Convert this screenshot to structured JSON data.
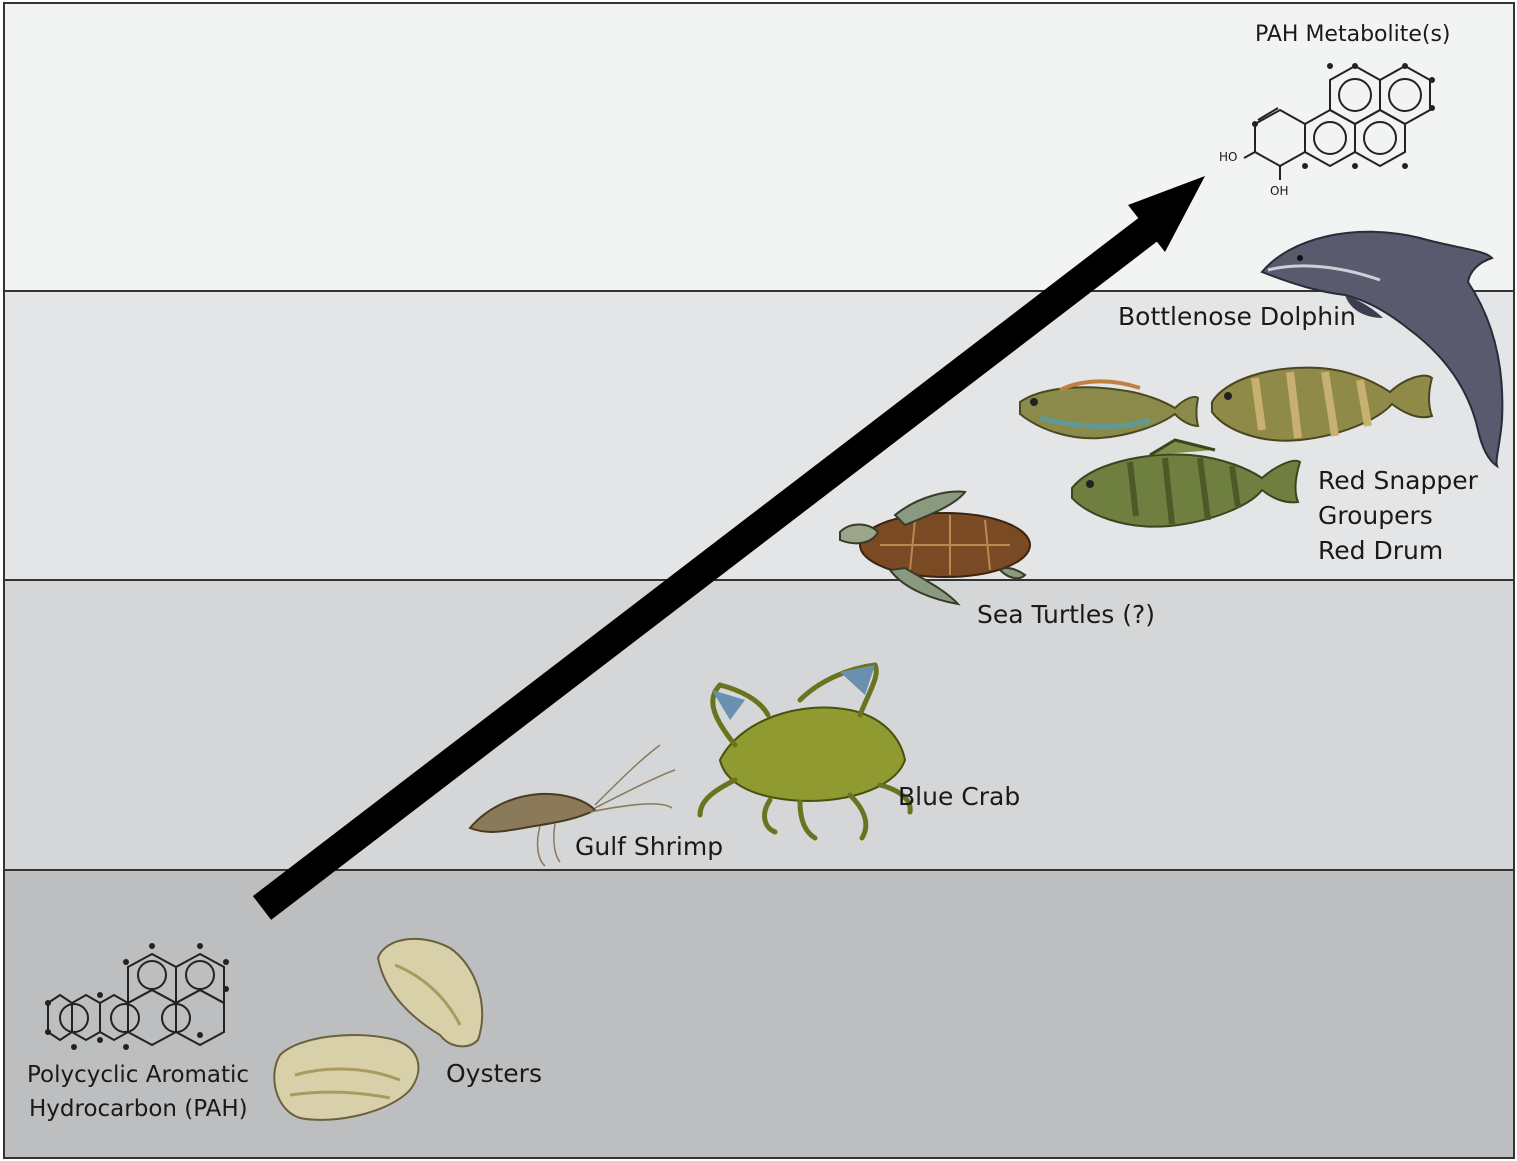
{
  "levels": [
    {
      "name": "level-4",
      "fill": "#f2f3f3"
    },
    {
      "name": "level-3",
      "fill": "#e4e5e6"
    },
    {
      "name": "level-2",
      "fill": "#d5d6d7"
    },
    {
      "name": "level-1",
      "fill": "#bdbebf"
    }
  ],
  "arrow": {
    "color": "#000000",
    "direction": "up-right"
  },
  "labels": {
    "pah_metabolite": "PAH Metabolite(s)",
    "metabolite_ho": "HO",
    "metabolite_oh": "OH",
    "bottlenose_dolphin": "Bottlenose Dolphin",
    "red_snapper": "Red Snapper",
    "groupers": "Groupers",
    "red_drum": "Red Drum",
    "sea_turtles": "Sea Turtles (?)",
    "blue_crab": "Blue Crab",
    "gulf_shrimp": "Gulf Shrimp",
    "oysters": "Oysters",
    "pah_line1": "Polycyclic Aromatic",
    "pah_line2": "Hydrocarbon (PAH)"
  },
  "colors": {
    "dolphin": "#5a5a6e",
    "fish_olive": "#8b8a4a",
    "grouper": "#7a8a45",
    "turtle_shell": "#7a4a25",
    "crab": "#8f9a30",
    "shrimp": "#8a7a5a",
    "oyster": "#d8d0a8"
  }
}
